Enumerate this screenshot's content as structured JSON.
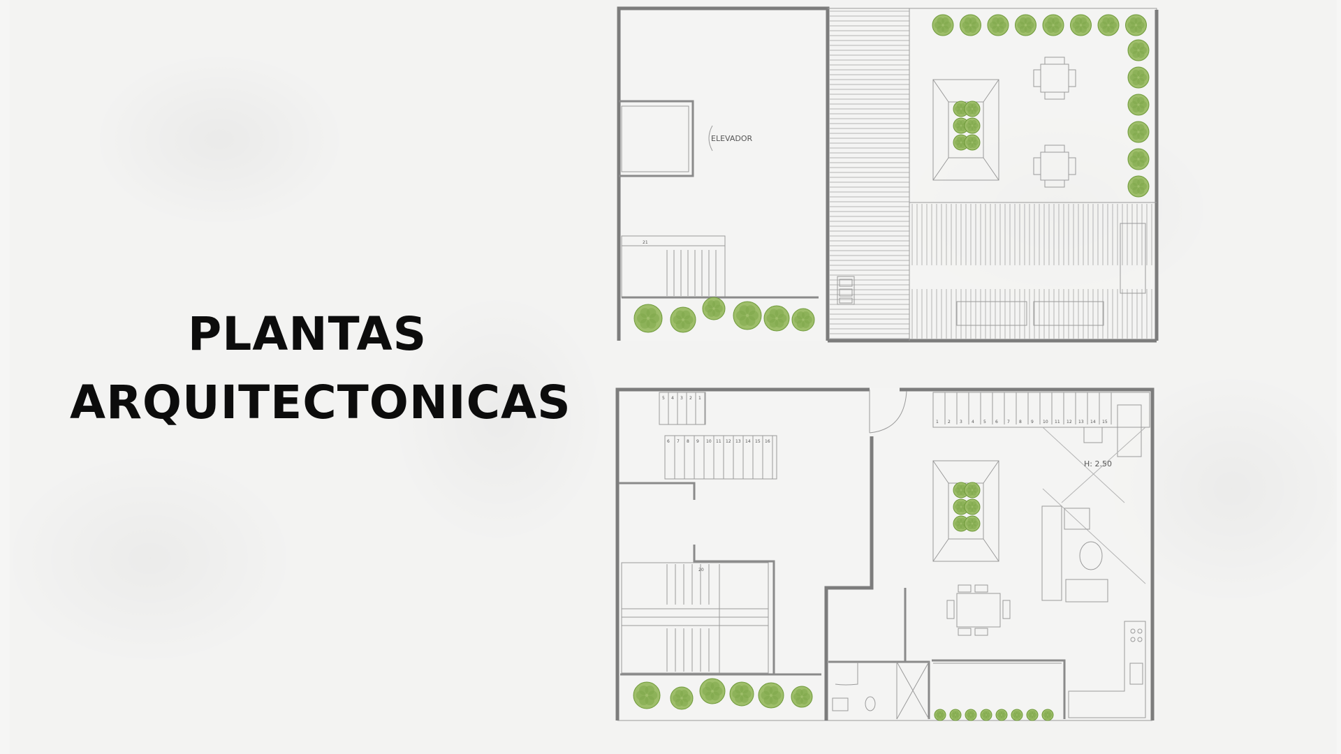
{
  "title": {
    "line1": "PLANTAS",
    "line2": "ARQUITECTONICAS"
  },
  "upper_plan": {
    "elevator_label": "ELEVADOR",
    "stair_number": "21"
  },
  "lower_plan": {
    "height_label": "H: 2.50",
    "stair_number_landing": "20",
    "stair_numbers_top": [
      "5",
      "4",
      "3",
      "2",
      "1"
    ],
    "stair_numbers_mid": [
      "6",
      "7",
      "8",
      "9",
      "10",
      "11",
      "12",
      "13",
      "14",
      "15",
      "16"
    ],
    "stair_numbers_right": [
      "1",
      "2",
      "3",
      "4",
      "5",
      "6",
      "7",
      "8",
      "9",
      "10",
      "11",
      "12",
      "13",
      "14",
      "15"
    ]
  },
  "colors": {
    "wall": "#7c7c7c",
    "plant": "#9ebe6a",
    "text": "#0c0c0c"
  }
}
